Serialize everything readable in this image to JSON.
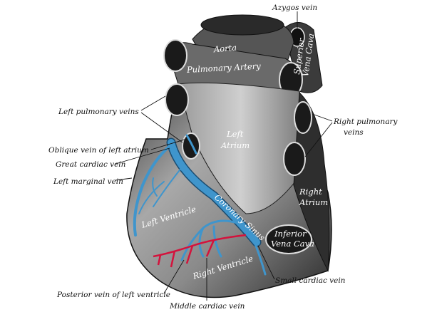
{
  "figure": {
    "colors": {
      "vein": "#3f95cc",
      "artery": "#d4123c",
      "tissue_dark": "#2a2a2a",
      "tissue_mid": "#8a8a8a",
      "tissue_light": "#c8c8c8"
    },
    "external_labels": {
      "azygos_vein": "Azygos vein",
      "left_pulmonary_veins": "Left pulmonary veins",
      "right_pulmonary_veins_1": "Right pulmonary",
      "right_pulmonary_veins_2": "veins",
      "oblique_vein": "Oblique vein of left atrium",
      "great_cardiac_vein": "Great cardiac vein",
      "left_marginal_vein": "Left marginal vein",
      "small_cardiac_vein": "Small cardiac vein",
      "posterior_vein": "Posterior vein of left ventricle",
      "middle_cardiac_vein": "Middle cardiac vein"
    },
    "internal_labels": {
      "aorta": "Aorta",
      "pulmonary_artery": "Pulmonary Artery",
      "superior_vena_cava_1": "Superior",
      "superior_vena_cava_2": "Vena Cava",
      "left_atrium_1": "Left",
      "left_atrium_2": "Atrium",
      "right_atrium_1": "Right",
      "right_atrium_2": "Atrium",
      "left_ventricle": "Left Ventricle",
      "coronary_sinus": "Coronary Sinus",
      "inferior_vena_cava_1": "Inferior",
      "inferior_vena_cava_2": "Vena Cava",
      "right_ventricle": "Right Ventricle"
    }
  }
}
